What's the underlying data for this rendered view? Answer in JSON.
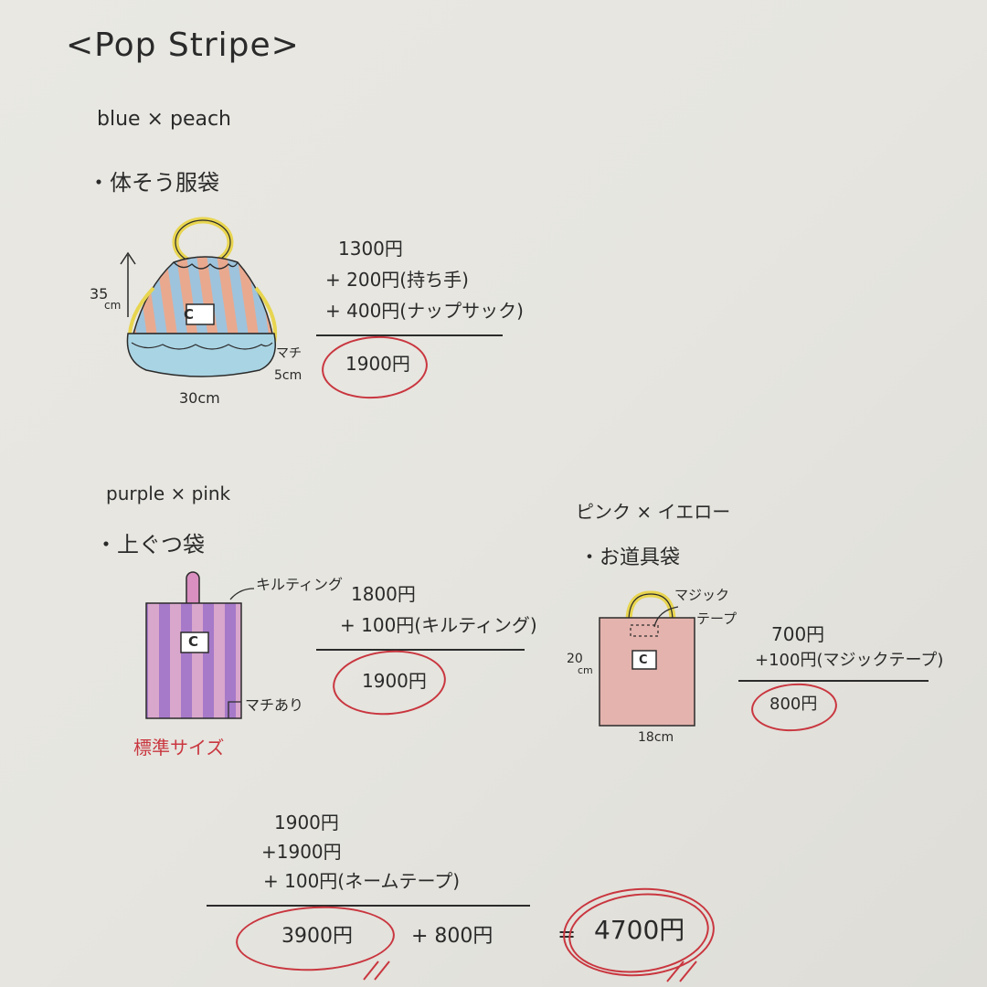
{
  "title": "<Pop Stripe>",
  "section1": {
    "color_label": "blue × peach",
    "item_label": "・体そう服袋",
    "dim_height": "35",
    "dim_height_unit": "cm",
    "dim_width": "30cm",
    "dim_gusset_label": "マチ",
    "dim_gusset_value": "5cm",
    "bag_letter": "C",
    "price_lines": [
      "1300円",
      "+ 200円(持ち手)",
      "+ 400円(ナップサック)"
    ],
    "total": "1900円"
  },
  "section2": {
    "color_label": "purple × pink",
    "item_label": "・上ぐつ袋",
    "quilting_note": "キルティング",
    "gusset_note": "マチあり",
    "size_note": "標準サイズ",
    "bag_letter": "C",
    "price_lines": [
      "1800円",
      "+ 100円(キルティング)"
    ],
    "total": "1900円"
  },
  "section3": {
    "color_label": "ピンク × イエロー",
    "item_label": "・お道具袋",
    "magic_tape_note_1": "マジック",
    "magic_tape_note_2": "テープ",
    "dim_height": "20",
    "dim_height_unit": "cm",
    "dim_width": "18cm",
    "bag_letter": "C",
    "price_lines": [
      "700円",
      "+100円(マジックテープ)"
    ],
    "total": "800円"
  },
  "summary": {
    "lines": [
      "1900円",
      "+1900円",
      "+ 100円(ネームテープ)"
    ],
    "subtotal": "3900円",
    "plus_value": "+ 800円",
    "equals": "=",
    "grand_total": "4700円"
  },
  "colors": {
    "ink": "#2b2b2b",
    "red_pen": "#c9363f",
    "paper": "#e7e6e0"
  }
}
